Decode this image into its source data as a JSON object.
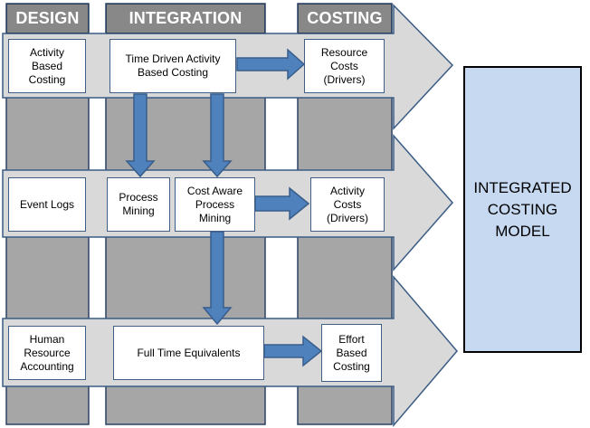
{
  "headers": {
    "design": "DESIGN",
    "integration": "INTEGRATION",
    "costing": "COSTING"
  },
  "rows": [
    {
      "boxes": {
        "design": "Activity\nBased\nCosting",
        "integration": "Time Driven Activity\nBased Costing",
        "costing": "Resource\nCosts\n(Drivers)"
      }
    },
    {
      "boxes": {
        "design": "Event Logs",
        "integration_a": "Process\nMining",
        "integration_b": "Cost Aware\nProcess\nMining",
        "costing": "Activity\nCosts\n(Drivers)"
      }
    },
    {
      "boxes": {
        "design": "Human\nResource\nAccounting",
        "integration": "Full Time Equivalents",
        "costing": "Effort\nBased\nCosting"
      }
    }
  ],
  "result": {
    "label": "INTEGRATED\nCOSTING\nMODEL"
  },
  "colors": {
    "chevron_fill": "#d9d9d9",
    "chevron_stroke": "#3a5c85",
    "band_fill": "#a6a6a6",
    "header_fill": "#888888",
    "arrow_fill": "#4f81bd",
    "arrow_stroke": "#385d8a",
    "model_fill": "#c6d9f1"
  }
}
